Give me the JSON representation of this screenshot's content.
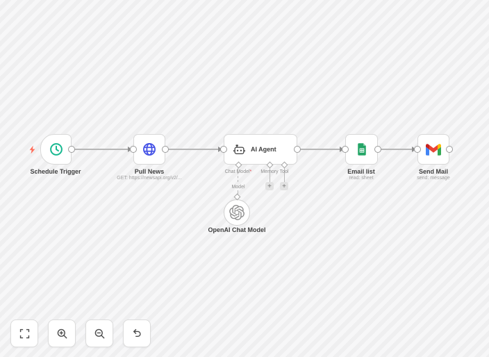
{
  "nodes": {
    "schedule_trigger": {
      "label": "Schedule Trigger"
    },
    "pull_news": {
      "label": "Pull News",
      "subtitle": "GET: https://newsapi.org/v2/..."
    },
    "ai_agent": {
      "title": "AI Agent",
      "ports": {
        "chat_model": "Chat Model",
        "chat_model_required": "*",
        "memory": "Memory",
        "tool": "Tool"
      },
      "model_connection_label": "Model"
    },
    "openai_chat_model": {
      "label": "OpenAI Chat Model"
    },
    "email_list": {
      "label": "Email list",
      "subtitle": "read: sheet"
    },
    "send_mail": {
      "label": "Send Mail",
      "subtitle": "send: message"
    },
    "add_buttons": {
      "memory_plus": "+",
      "tool_plus": "+"
    }
  },
  "toolbar": {
    "buttons": [
      {
        "name": "fit-view"
      },
      {
        "name": "zoom-in"
      },
      {
        "name": "zoom-out"
      },
      {
        "name": "undo"
      }
    ]
  },
  "colors": {
    "canvas_stripe_light": "#f7f7f8",
    "canvas_stripe_dark": "#efeff0",
    "node_border": "#d8d8d8",
    "connection": "#b6b6b6",
    "trigger_bolt": "#ff6d5a",
    "clock_icon": "#17b890",
    "globe_icon": "#4754e6",
    "sheets_green": "#23a566",
    "gmail_blue": "#4285f4",
    "gmail_green": "#34a853",
    "gmail_yellow": "#fbbc04",
    "gmail_red": "#ea4335",
    "gmail_dark_red": "#c5221f",
    "openai_gray": "#8f8f8f",
    "required_asterisk": "#e0434c"
  }
}
